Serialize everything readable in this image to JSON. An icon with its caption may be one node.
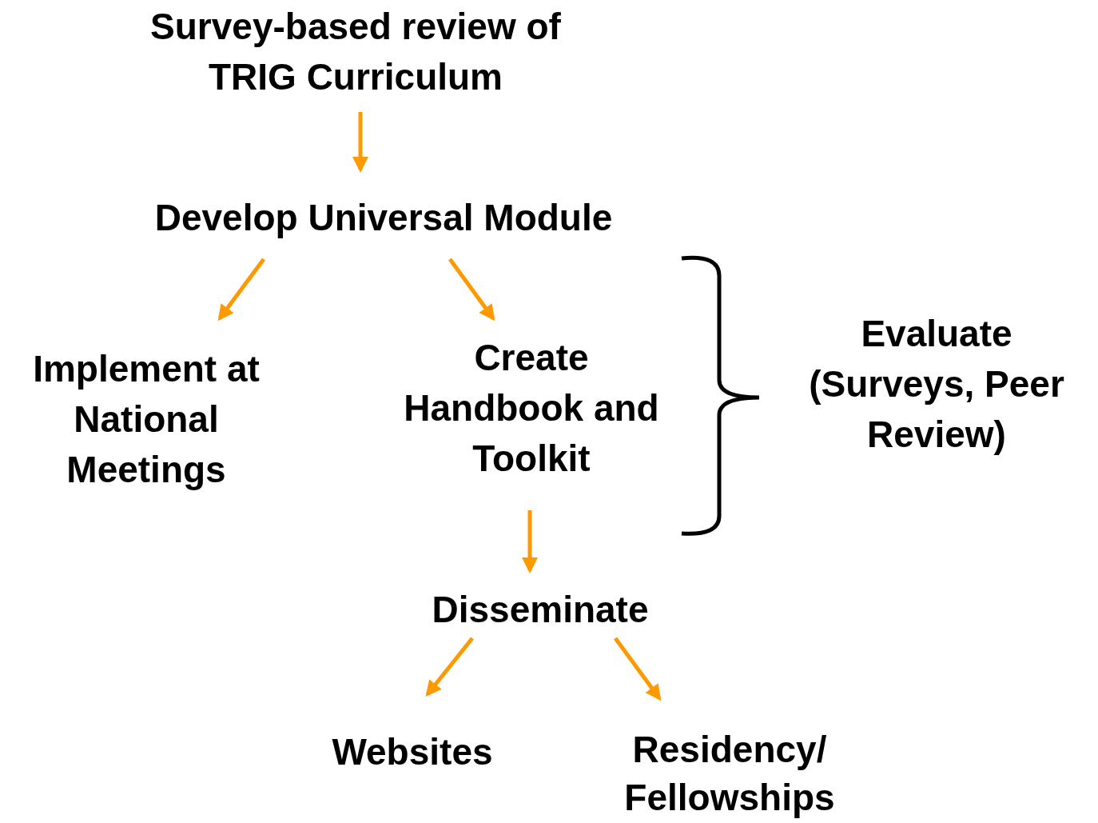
{
  "diagram": {
    "nodes": [
      {
        "text": [
          "Survey-based review of TRIG Curriculum"
        ]
      },
      {
        "text": [
          "Develop Universal Module"
        ]
      },
      {
        "text": [
          "Implement at National Meetings"
        ]
      },
      {
        "text": [
          "Create Handbook and Toolkit"
        ]
      },
      {
        "text": [
          "Evaluate (Surveys, Peer Review)"
        ]
      },
      {
        "text": [
          "Disseminate"
        ]
      },
      {
        "text": [
          "Websites"
        ]
      },
      {
        "text": [
          "Residency/ Fellowships"
        ]
      }
    ],
    "edges": [
      {
        "from": 0,
        "to": 1,
        "arrow": "to"
      },
      {
        "from": 1,
        "to": 2,
        "arrow": "to"
      },
      {
        "from": 1,
        "to": 3,
        "arrow": "to"
      },
      {
        "from": 3,
        "to": 5,
        "arrow": "to"
      },
      {
        "from": 5,
        "to": 6,
        "arrow": "to"
      },
      {
        "from": 5,
        "to": 7,
        "arrow": "to"
      }
    ]
  }
}
